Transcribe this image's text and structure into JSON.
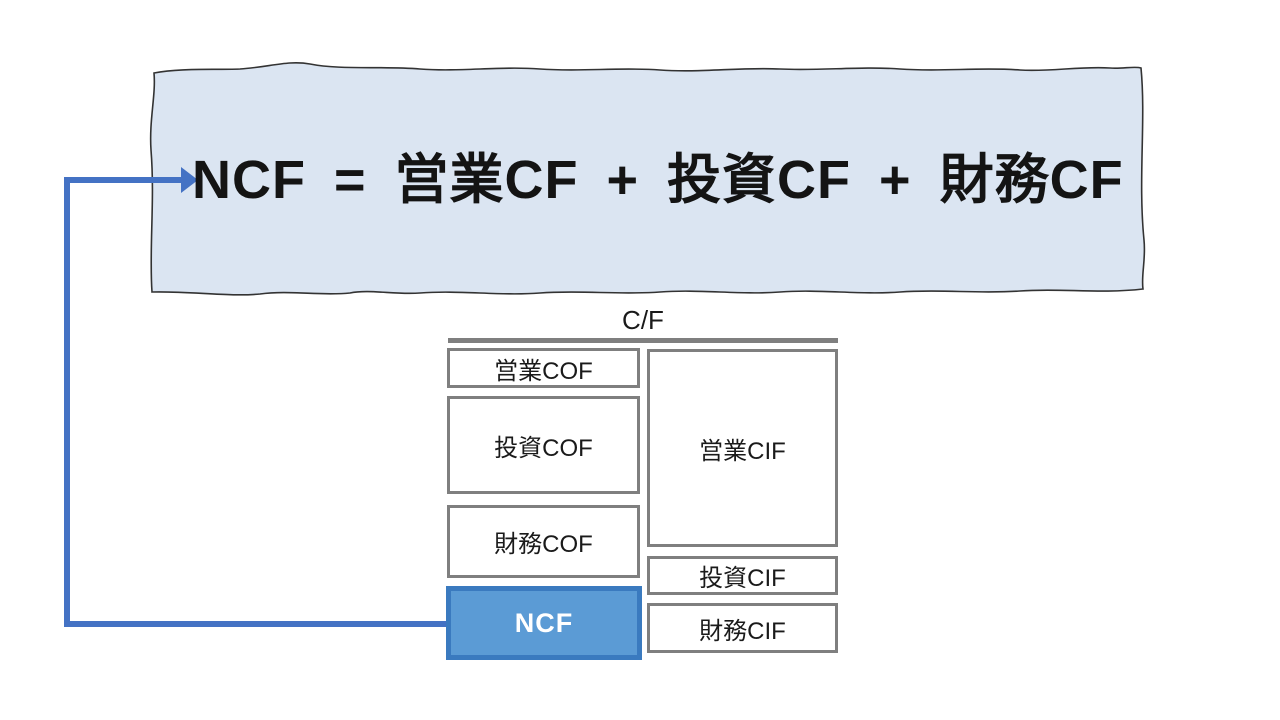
{
  "banner": {
    "formula": "NCF = 営業CF + 投資CF + 財務CF"
  },
  "statement": {
    "title": "C/F",
    "outflows": [
      {
        "label": "営業COF"
      },
      {
        "label": "投資COF"
      },
      {
        "label": "財務COF"
      }
    ],
    "net": {
      "label": "NCF"
    },
    "inflows": [
      {
        "label": "営業CIF"
      },
      {
        "label": "投資CIF"
      },
      {
        "label": "財務CIF"
      }
    ]
  },
  "icons": {
    "connector": "arrow-right-icon"
  },
  "colors": {
    "banner_fill": "#dbe5f2",
    "banner_stroke": "#333333",
    "accent_blue": "#4472c4",
    "ncf_fill": "#5b9bd5",
    "ncf_border": "#3a7abf",
    "box_border": "#7f7f7f",
    "text": "#141414"
  }
}
